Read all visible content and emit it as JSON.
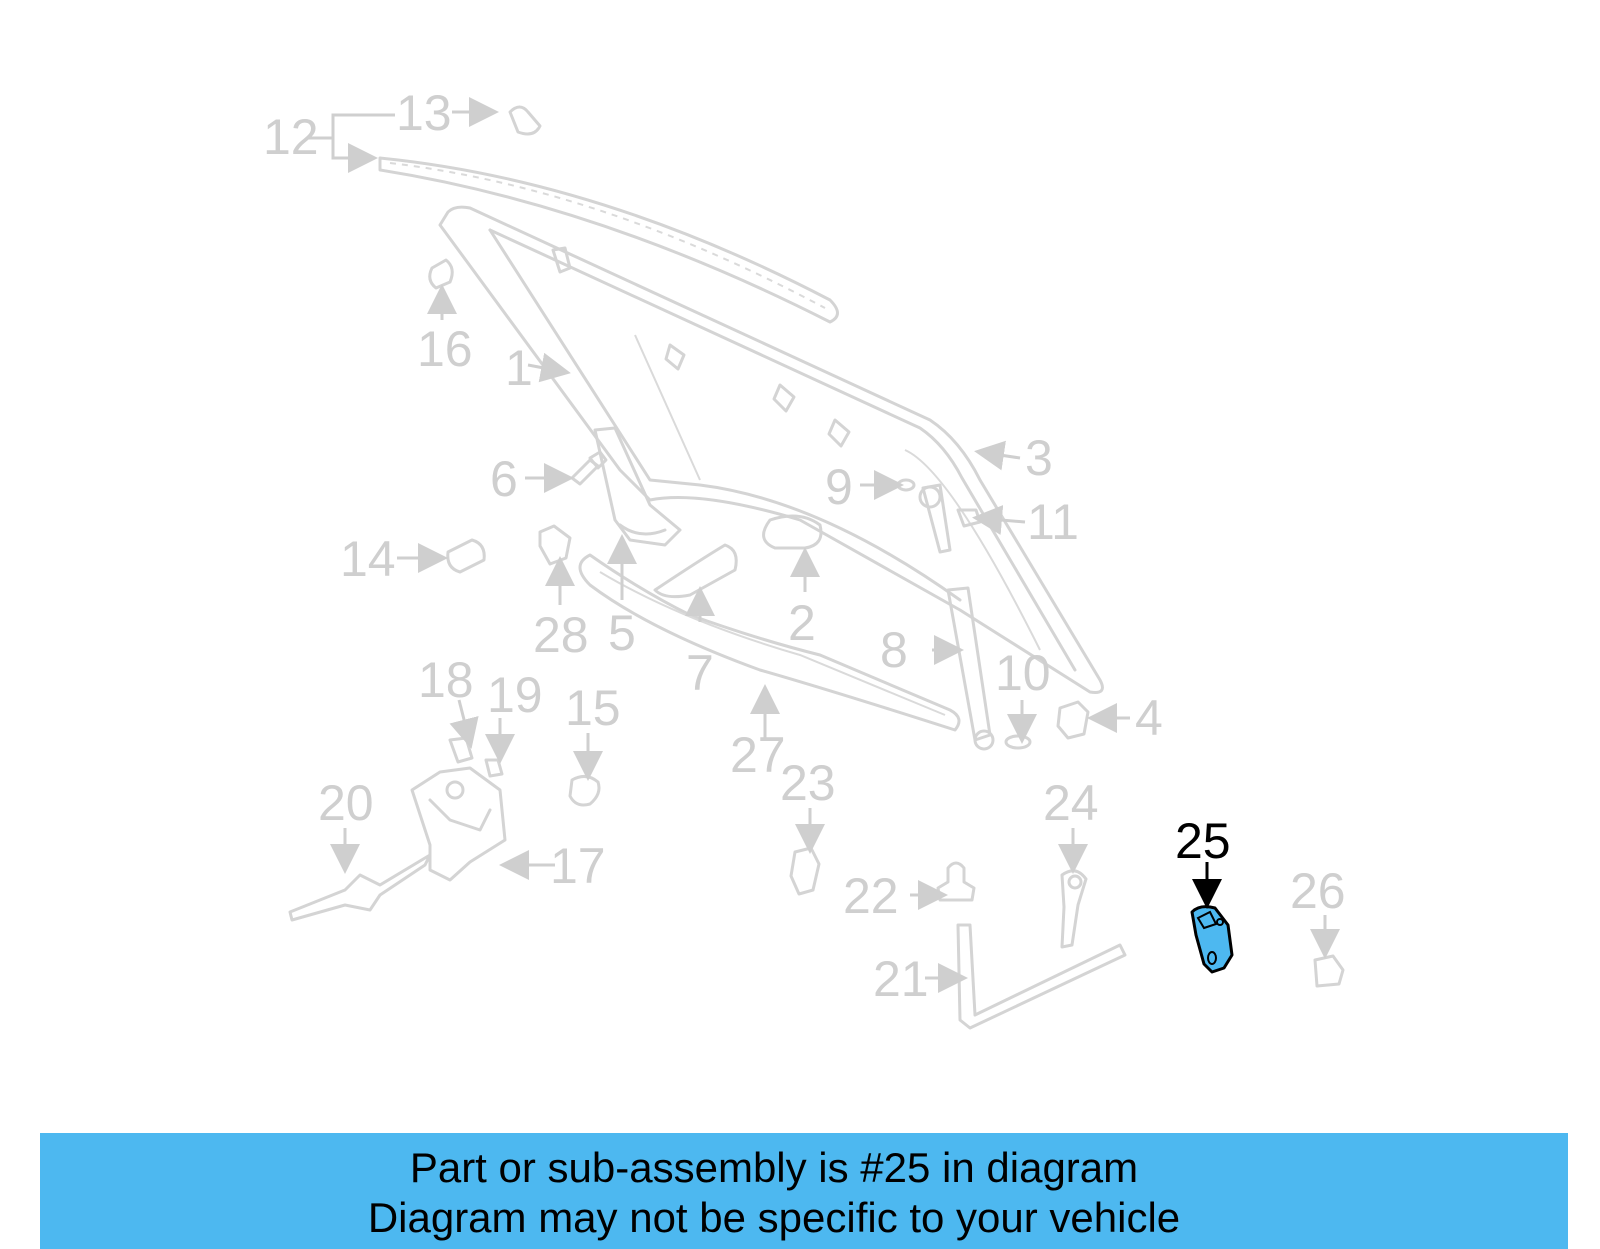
{
  "diagram": {
    "highlighted_part": "25",
    "highlight_color": "#4db8f0",
    "ghost_color": "#d4d4d4",
    "labels": {
      "p1": "1",
      "p2": "2",
      "p3": "3",
      "p4": "4",
      "p5": "5",
      "p6": "6",
      "p7": "7",
      "p8": "8",
      "p9": "9",
      "p10": "10",
      "p11": "11",
      "p12": "12",
      "p13": "13",
      "p14": "14",
      "p15": "15",
      "p16": "16",
      "p17": "17",
      "p18": "18",
      "p19": "19",
      "p20": "20",
      "p21": "21",
      "p22": "22",
      "p23": "23",
      "p24": "24",
      "p25": "25",
      "p26": "26",
      "p27": "27",
      "p28": "28"
    }
  },
  "banner": {
    "line1": "Part or sub-assembly is #25 in diagram",
    "line2": "Diagram may not be specific to your vehicle",
    "background": "#4db8f0"
  }
}
